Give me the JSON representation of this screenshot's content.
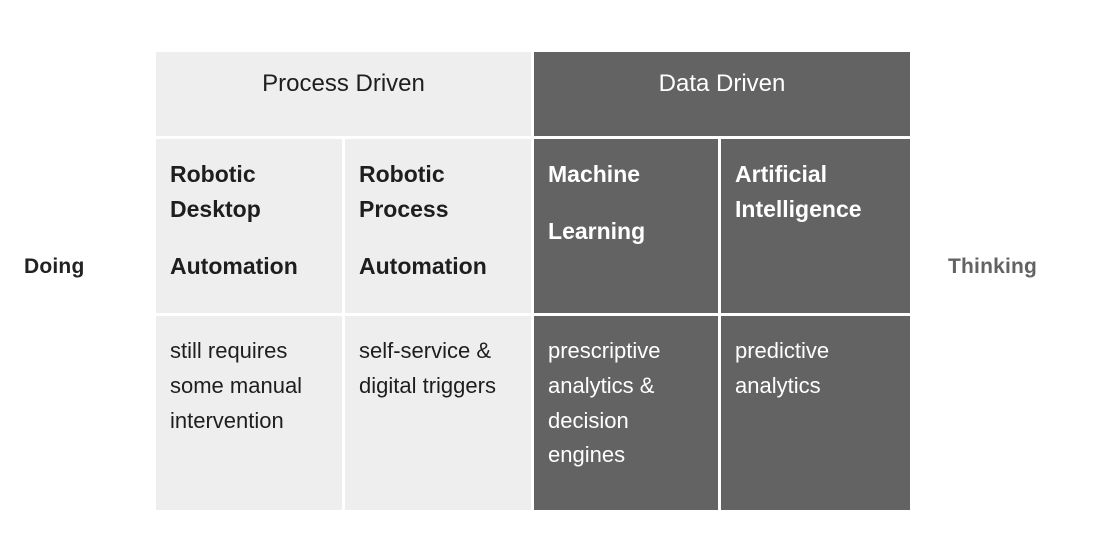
{
  "axes": {
    "left_label": "Doing",
    "right_label": "Thinking"
  },
  "colors": {
    "light_cell": "#eeeeee",
    "dark_cell": "#636363",
    "light_text": "#1e1e1e",
    "dark_text": "#ffffff",
    "separator": "#ffffff",
    "left_axis_text": "#222222",
    "right_axis_text": "#636363"
  },
  "headers": [
    {
      "label": "Process Driven",
      "theme": "light"
    },
    {
      "label": "Data Driven",
      "theme": "dark"
    }
  ],
  "columns": [
    {
      "theme": "light",
      "term_lines": [
        {
          "lead": "R",
          "rest": "obotic"
        },
        {
          "lead": "D",
          "rest": "esktop"
        },
        {
          "blank": true
        },
        {
          "lead": "A",
          "rest": "utomation"
        }
      ],
      "term_plain": "Robotic Desktop Automation",
      "description": "still requires some manual intervention"
    },
    {
      "theme": "light",
      "term_lines": [
        {
          "lead": "R",
          "rest": "obotic"
        },
        {
          "lead": "P",
          "rest": "rocess"
        },
        {
          "blank": true
        },
        {
          "lead": "A",
          "rest": "utomation"
        }
      ],
      "term_plain": "Robotic Process Automation",
      "description": "self-service & digital triggers"
    },
    {
      "theme": "dark",
      "term_lines": [
        {
          "lead": "M",
          "rest": "achine"
        },
        {
          "blank": true
        },
        {
          "lead": "L",
          "rest": "earning"
        }
      ],
      "term_plain": "Machine Learning",
      "description": "prescriptive analytics & decision engines"
    },
    {
      "theme": "dark",
      "term_lines": [
        {
          "lead": "A",
          "rest": "rtificial"
        },
        {
          "lead": "I",
          "rest": "ntelligence"
        }
      ],
      "term_plain": "Artificial Intelligence",
      "description": "predictive analytics"
    }
  ]
}
